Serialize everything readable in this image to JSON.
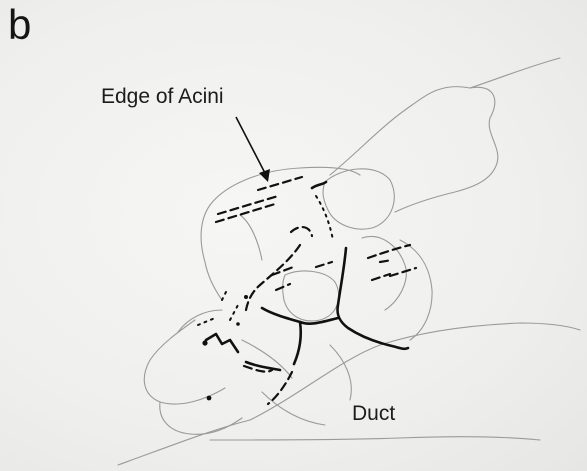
{
  "figure": {
    "panel_letter": "b",
    "labels": {
      "acini_edge": "Edge of Acini",
      "duct": "Duct"
    }
  }
}
